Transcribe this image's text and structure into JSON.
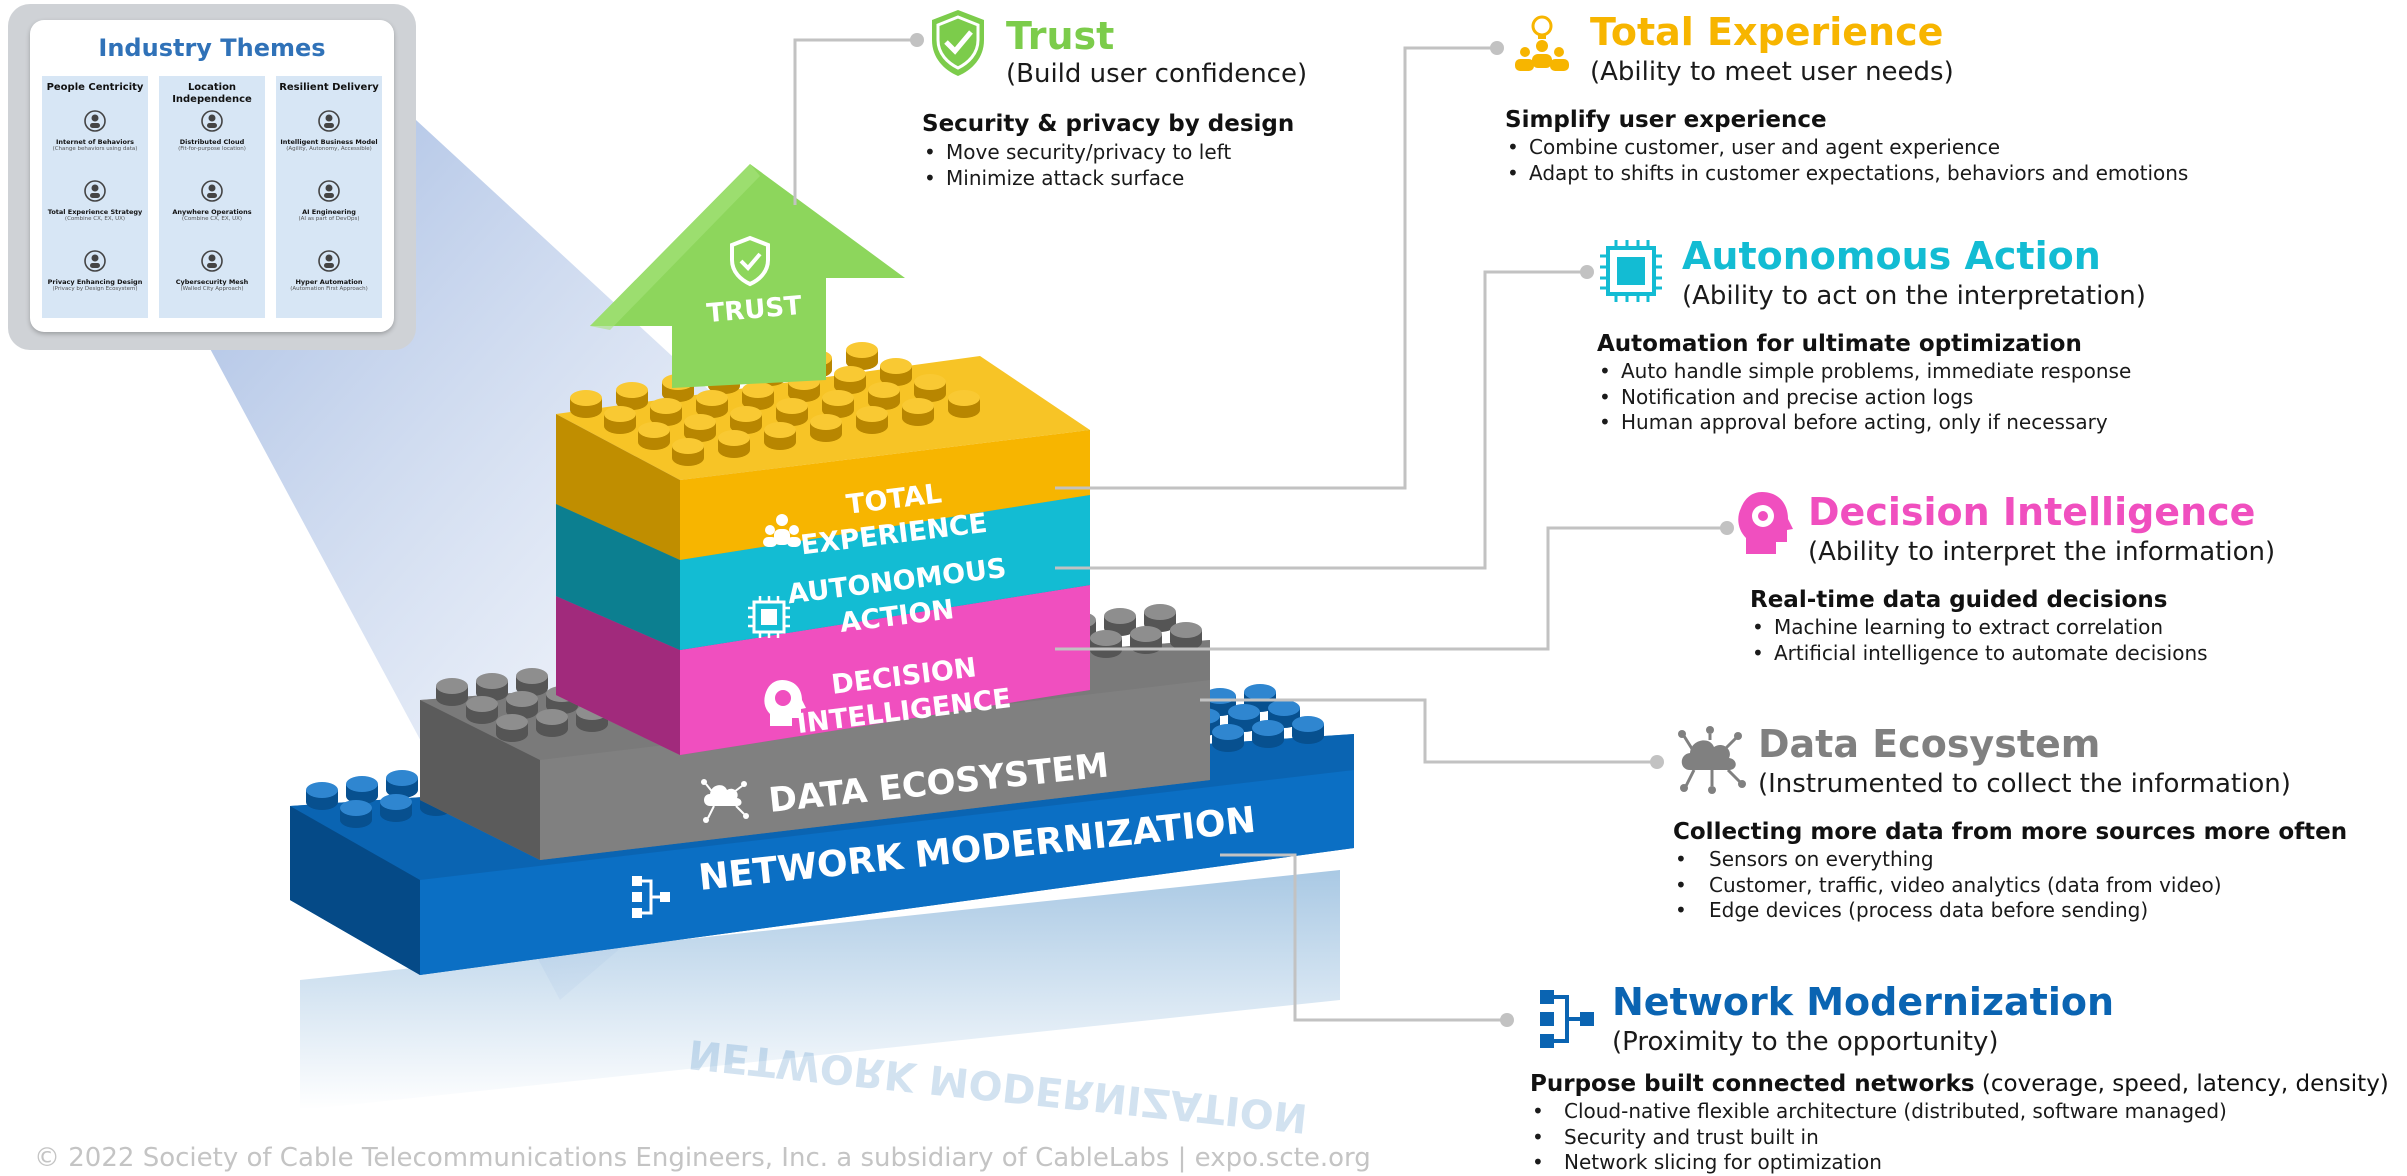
{
  "colors": {
    "trust": "#7ccc4b",
    "total_experience": "#f7b500",
    "autonomous_action": "#13bcd3",
    "decision_intelligence": "#f04fbf",
    "data_ecosystem": "#808080",
    "network_modernization": "#0a64b2",
    "connector": "#c2c2c2",
    "themes_title": "#3072b8"
  },
  "themes_panel": {
    "title": "Industry Themes",
    "columns": [
      {
        "header": "People Centricity",
        "items": [
          {
            "title": "Internet of Behaviors",
            "subtitle": "(Change behaviors using data)",
            "icon": "network-nodes-icon"
          },
          {
            "title": "Total Experience Strategy",
            "subtitle": "(Combine CX, EX, UX)",
            "icon": "people-group-icon"
          },
          {
            "title": "Privacy Enhancing Design",
            "subtitle": "(Privacy by Design Ecosystem)",
            "icon": "person-shield-icon"
          }
        ]
      },
      {
        "header": "Location Independence",
        "items": [
          {
            "title": "Distributed Cloud",
            "subtitle": "(Fit-for-purpose location)",
            "icon": "cloud-icon"
          },
          {
            "title": "Anywhere Operations",
            "subtitle": "(Combine CX, EX, UX)",
            "icon": "location-pins-icon"
          },
          {
            "title": "Cybersecurity Mesh",
            "subtitle": "(Walled City Approach)",
            "icon": "mesh-icon"
          }
        ]
      },
      {
        "header": "Resilient Delivery",
        "items": [
          {
            "title": "Intelligent Business Model",
            "subtitle": "(Agility, Autonomy, Accessible)",
            "icon": "org-chart-icon"
          },
          {
            "title": "AI Engineering",
            "subtitle": "(AI as part of DevOps)",
            "icon": "brain-head-icon"
          },
          {
            "title": "Hyper Automation",
            "subtitle": "(Automation First Approach)",
            "icon": "robot-head-icon"
          }
        ]
      }
    ]
  },
  "stack": {
    "trust_label": "TRUST",
    "total_experience_line1": "TOTAL",
    "total_experience_line2": "EXPERIENCE",
    "autonomous_line1": "AUTONOMOUS",
    "autonomous_line2": "ACTION",
    "decision_line1": "DECISION",
    "decision_line2": "INTELLIGENCE",
    "data_ecosystem": "DATA ECOSYSTEM",
    "network_modernization": "NETWORK MODERNIZATION"
  },
  "layers": {
    "trust": {
      "title": "Trust",
      "subtitle": "(Build user confidence)",
      "heading": "Security & privacy by design",
      "bullets": [
        "Move security/privacy to left",
        "Minimize attack surface"
      ],
      "icon": "shield-check-icon"
    },
    "total_experience": {
      "title": "Total Experience",
      "subtitle": "(Ability to meet user needs)",
      "heading": "Simplify user experience",
      "bullets": [
        "Combine customer, user and agent experience",
        "Adapt to shifts in customer expectations, behaviors and emotions"
      ],
      "icon": "people-lightbulb-icon"
    },
    "autonomous_action": {
      "title": "Autonomous Action",
      "subtitle": "(Ability to act on the interpretation)",
      "heading": "Automation for ultimate optimization",
      "bullets": [
        "Auto handle simple problems, immediate response",
        "Notification and precise action logs",
        "Human approval before acting, only if necessary"
      ],
      "icon": "chip-icon"
    },
    "decision_intelligence": {
      "title": "Decision Intelligence",
      "subtitle": "(Ability to interpret the information)",
      "heading": "Real-time data guided decisions",
      "bullets": [
        "Machine learning to extract correlation",
        "Artificial intelligence to automate decisions"
      ],
      "icon": "brain-head-icon"
    },
    "data_ecosystem": {
      "title": "Data Ecosystem",
      "subtitle": "(Instrumented to collect the information)",
      "heading": "Collecting more data from more sources more often",
      "bullets": [
        "Sensors on everything",
        "Customer, traffic, video analytics (data from video)",
        "Edge devices (process data before sending)"
      ],
      "icon": "cloud-network-icon"
    },
    "network_modernization": {
      "title": "Network Modernization",
      "subtitle": "(Proximity to the opportunity)",
      "heading": "Purpose built connected networks",
      "heading_note": " (coverage, speed, latency, density)",
      "bullets": [
        "Cloud-native flexible architecture (distributed, software managed)",
        "Security and trust built in",
        "Network slicing for optimization"
      ],
      "icon": "network-tree-icon"
    }
  },
  "footer": "© 2022 Society of Cable Telecommunications Engineers, Inc. a subsidiary of CableLabs   |   expo.scte.org"
}
